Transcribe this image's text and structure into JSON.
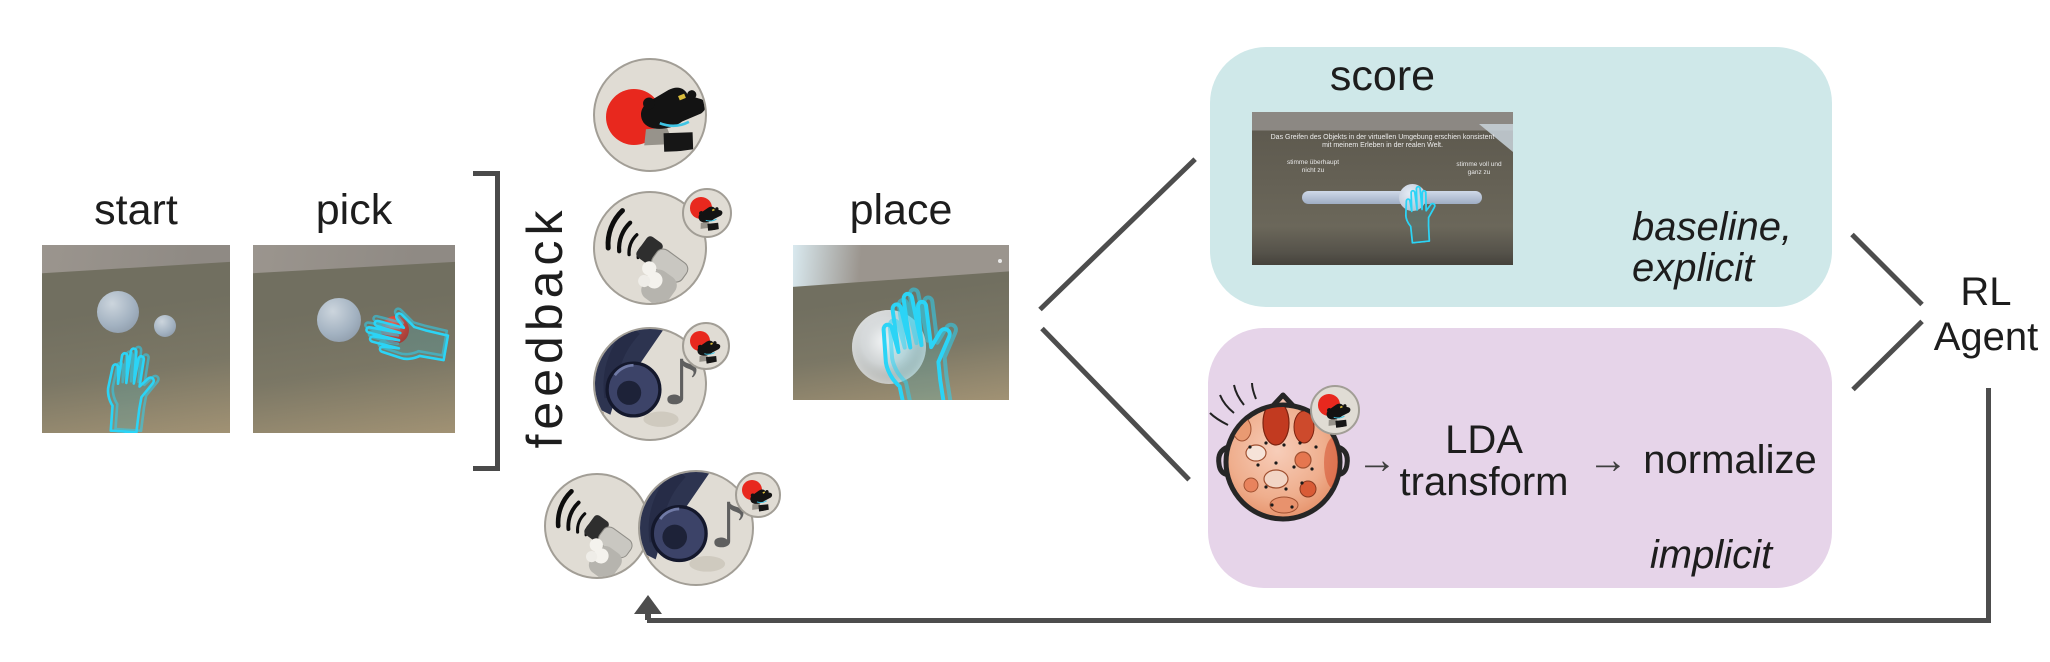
{
  "figure": {
    "stages": {
      "start": "start",
      "pick": "pick",
      "place": "place"
    },
    "feedback": {
      "label": "feedback"
    },
    "score_panel": {
      "title": "score",
      "questionnaire": {
        "question_line1": "Das Greifen des Objekts in der virtuellen Umgebung erschien konsistent",
        "question_line2": "mit meinem Erleben in der realen Welt.",
        "anchor_left_line1": "stimme überhaupt",
        "anchor_left_line2": "nicht zu",
        "anchor_right_line1": "stimme voll und",
        "anchor_right_line2": "ganz zu"
      },
      "variant_line1": "baseline,",
      "variant_line2": "explicit"
    },
    "implicit_panel": {
      "arrow": "→",
      "lda_line1": "LDA",
      "lda_line2": "transform",
      "normalize_label": "normalize",
      "variant": "implicit"
    },
    "rl_agent": {
      "line1": "RL",
      "line2": "Agent"
    },
    "icons": {
      "music_note": "♪"
    },
    "colors": {
      "score_panel_bg": "#cfe8e9",
      "implicit_panel_bg": "#e6d4e9",
      "connector_gray": "#4d4d4d",
      "feedback_red": "#e8281e",
      "hand_cyan": "#2bd4f6"
    }
  }
}
